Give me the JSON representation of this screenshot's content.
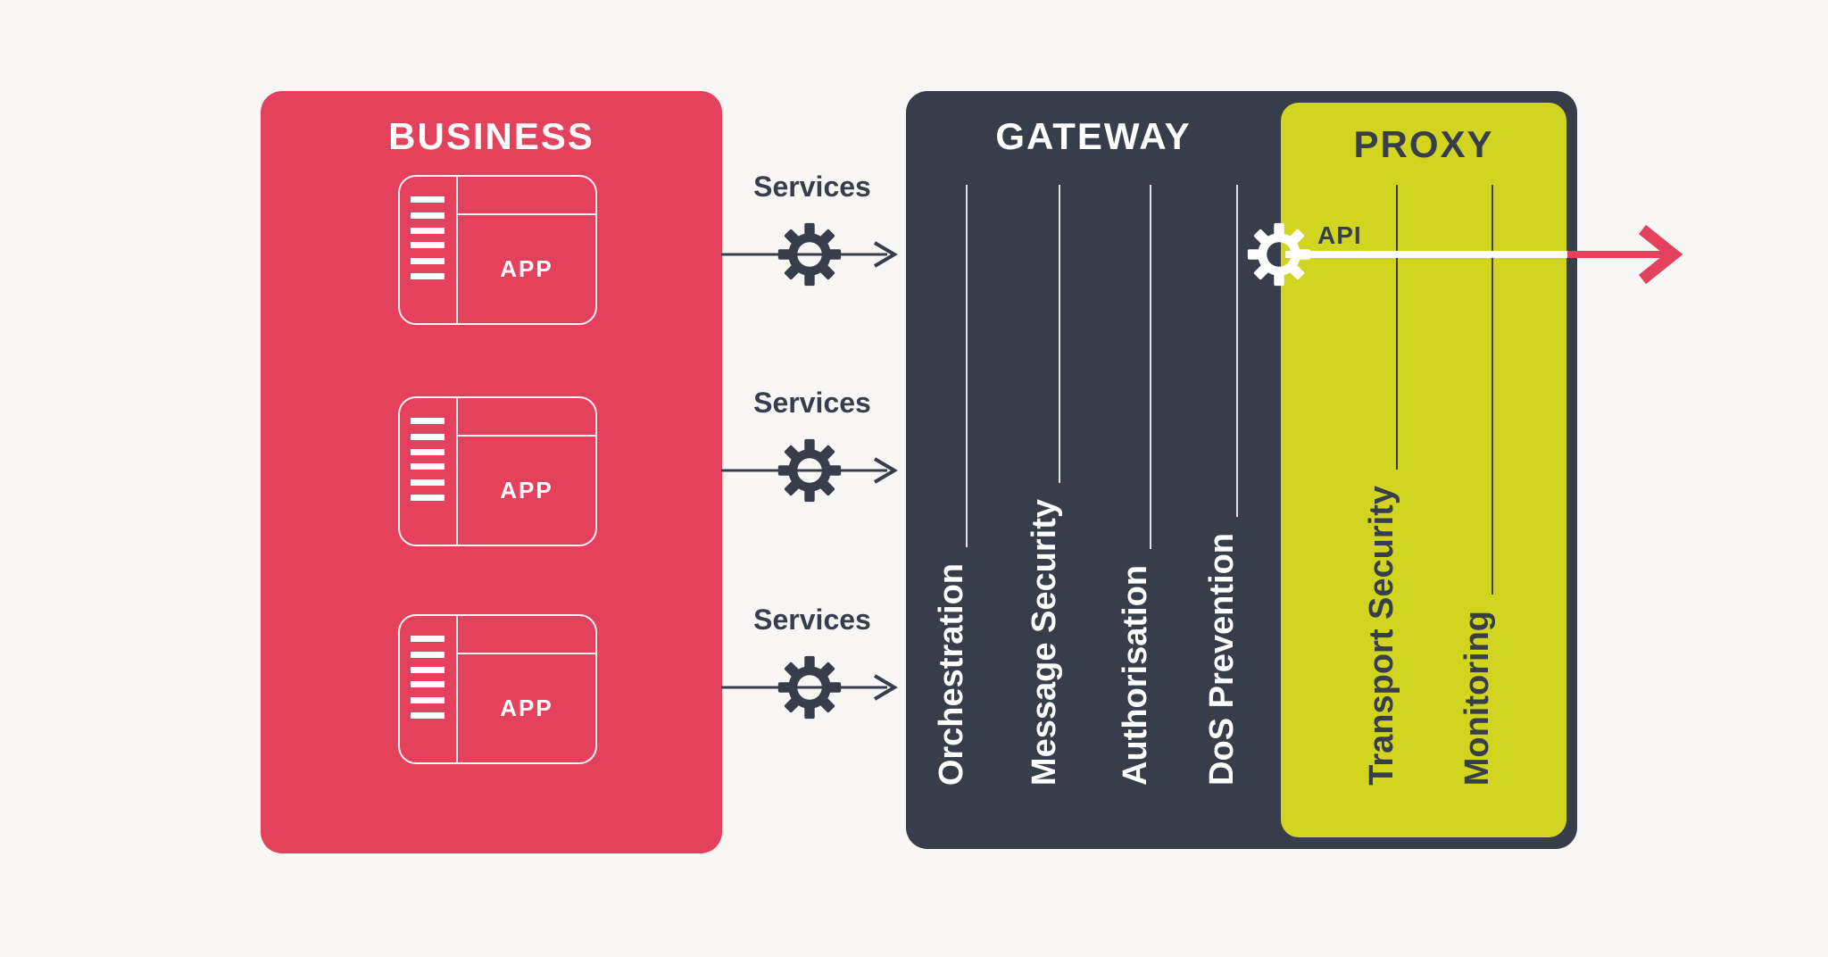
{
  "business": {
    "title": "BUSINESS",
    "apps": [
      {
        "label": "APP"
      },
      {
        "label": "APP"
      },
      {
        "label": "APP"
      }
    ]
  },
  "services": [
    {
      "label": "Services"
    },
    {
      "label": "Services"
    },
    {
      "label": "Services"
    }
  ],
  "gateway": {
    "title": "GATEWAY",
    "capabilities": [
      "Orchestration",
      "Message Security",
      "Authorisation",
      "DoS Prevention"
    ]
  },
  "proxy": {
    "title": "PROXY",
    "api_label": "API",
    "capabilities": [
      "Transport Security",
      "Monitoring"
    ]
  },
  "icons": {
    "service_gear": "gear-icon",
    "api_gear": "gear-icon",
    "app_window": "app-window-icon",
    "flow_arrow": "arrow-right-icon"
  },
  "colors": {
    "background": "#F8F7F5",
    "business_pink": "#E4415D",
    "gateway_navy": "#383D4B",
    "proxy_yellow": "#D2D51F",
    "white": "#FFFFFF"
  }
}
